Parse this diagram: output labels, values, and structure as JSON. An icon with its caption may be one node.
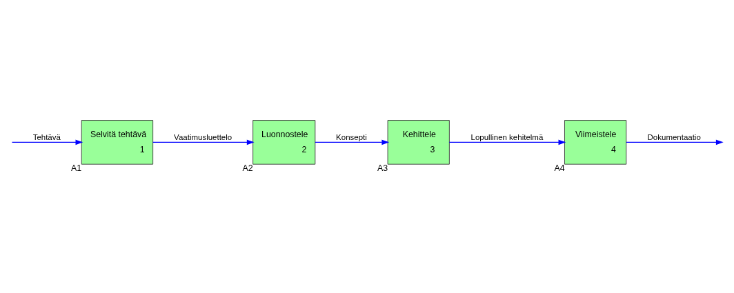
{
  "diagram": {
    "nodes": [
      {
        "text": [
          "Selvitä tehtävä",
          "1"
        ],
        "beside": [
          "A1"
        ]
      },
      {
        "text": [
          "Luonnostele",
          "2"
        ],
        "beside": [
          "A2"
        ]
      },
      {
        "text": [
          "Kehittele",
          "3"
        ],
        "beside": [
          "A3"
        ]
      },
      {
        "text": [
          "Viimeistele",
          "4"
        ],
        "beside": [
          "A4"
        ]
      }
    ],
    "edges": [
      {
        "from": null,
        "to": 0,
        "arrow": "to",
        "label": "Tehtävä"
      },
      {
        "from": 0,
        "to": 1,
        "arrow": "to",
        "label": "Vaatimusluettelo"
      },
      {
        "from": 1,
        "to": 2,
        "arrow": "to",
        "label": "Konsepti"
      },
      {
        "from": 2,
        "to": 3,
        "arrow": "to",
        "label": "Lopullinen kehitelmä"
      },
      {
        "from": 3,
        "to": null,
        "arrow": "to",
        "label": "Dokumentaatio"
      }
    ]
  }
}
